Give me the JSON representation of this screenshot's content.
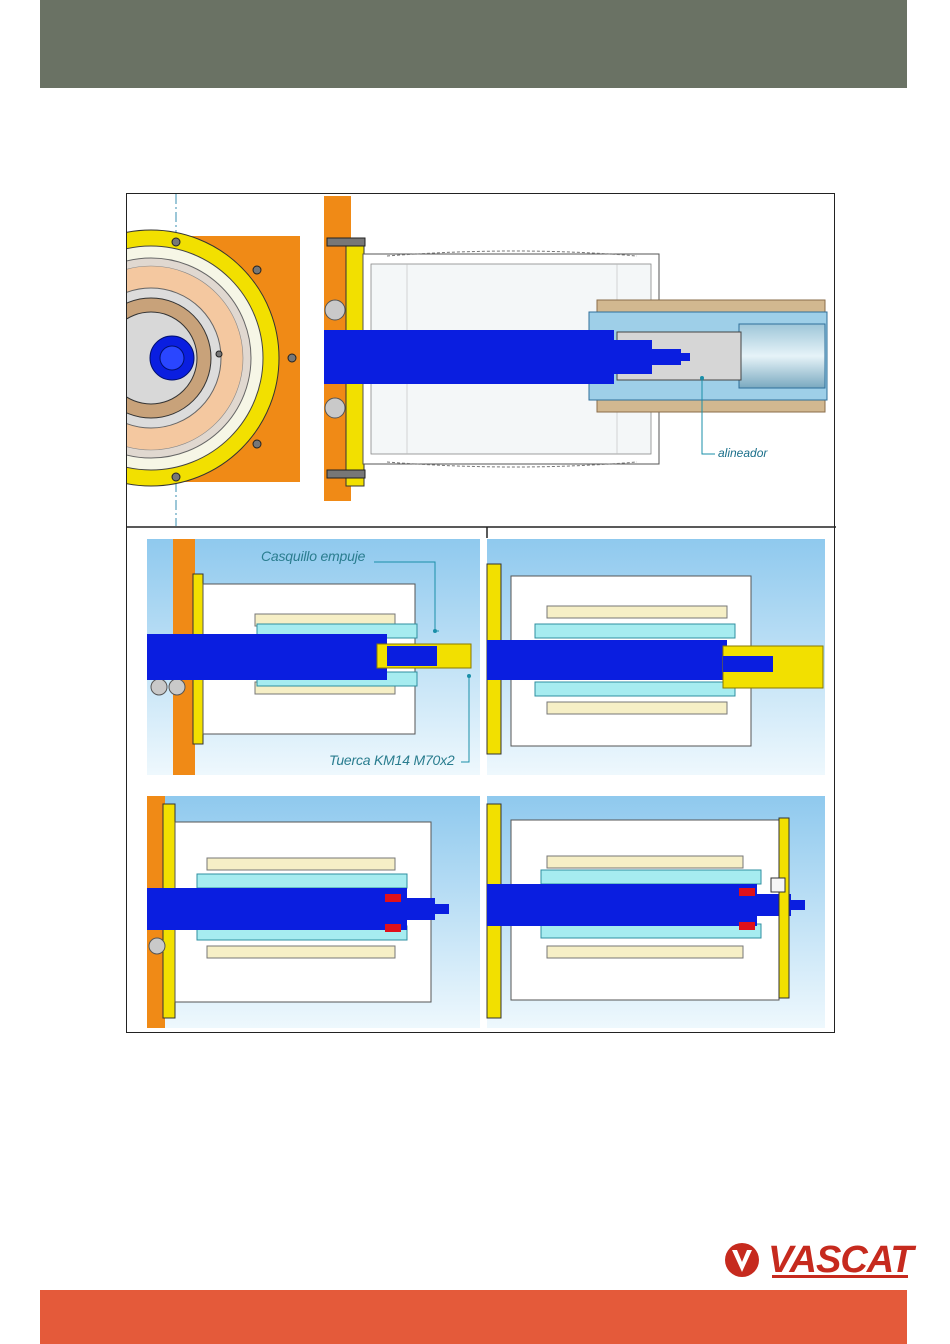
{
  "header": {
    "color": "#6a7264"
  },
  "footer": {
    "color": "#e45a3a"
  },
  "figure": {
    "top_panel": {
      "label_alineador": "alineador"
    },
    "panel_1": {
      "label_casquillo": "Casquillo empuje",
      "label_tuerca": "Tuerca KM14 M70x2"
    },
    "colors": {
      "shaft": "#0a1ee0",
      "yellow": "#f2e000",
      "orange": "#f08a16",
      "cyan": "#a6ecf0",
      "cream": "#f6efc6",
      "red": "#e0101a",
      "tan": "#d2b890",
      "sky_top": "#8fc9ee",
      "sky_bottom": "#eef8fd"
    }
  },
  "logo": {
    "text": "VASCAT",
    "color": "#c62a1e"
  }
}
